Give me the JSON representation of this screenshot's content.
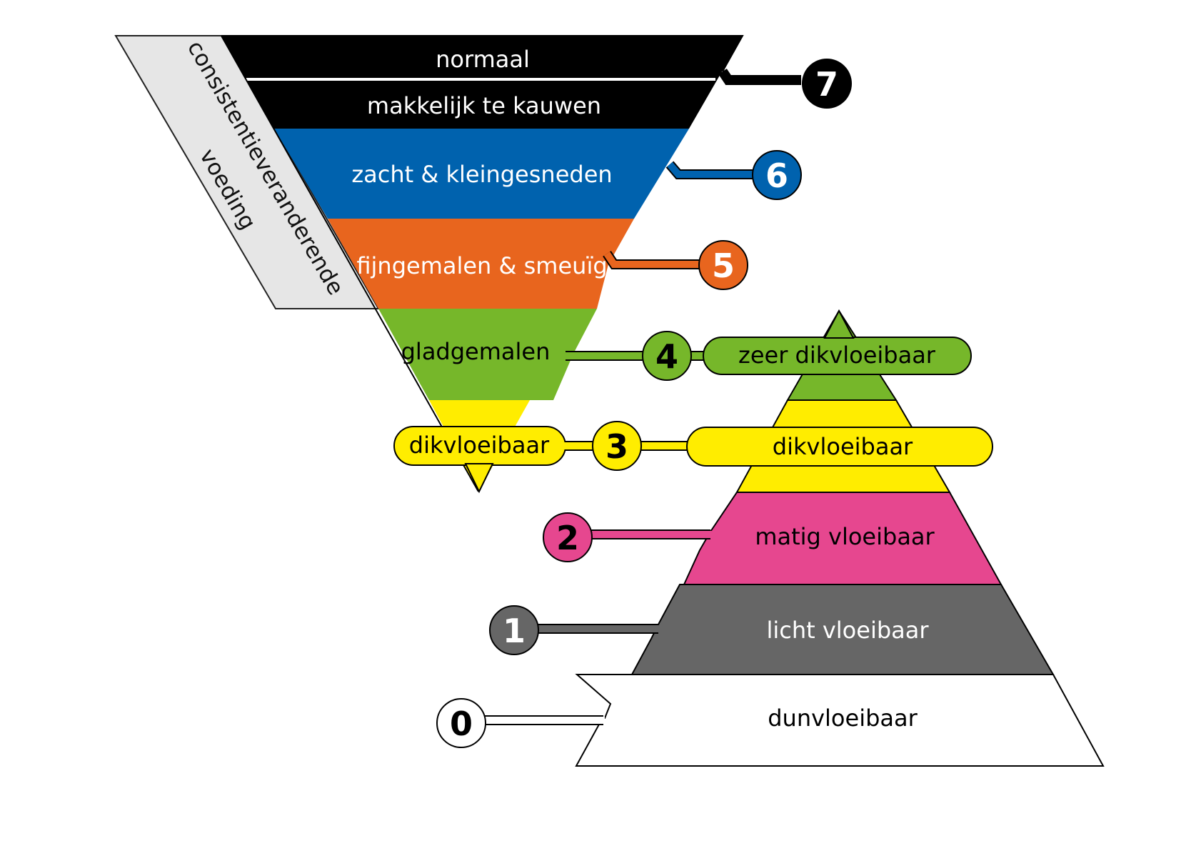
{
  "side_label": {
    "line1": "consistentieveranderende",
    "line2": "voeding"
  },
  "food": {
    "normaal": "normaal",
    "makkelijk": "makkelijk te kauwen",
    "zacht": "zacht & kleingesneden",
    "fijngemalen": "fijngemalen & smeuïg",
    "gladgemalen": "gladgemalen",
    "dikvloeibaar": "dikvloeibaar"
  },
  "drinks": {
    "zeer_dik": "zeer dikvloeibaar",
    "dikvloeibaar": "dikvloeibaar",
    "matig": "matig vloeibaar",
    "licht": "licht vloeibaar",
    "dun": "dunvloeibaar"
  },
  "levels": {
    "l7": "7",
    "l6": "6",
    "l5": "5",
    "l4": "4",
    "l3": "3",
    "l2": "2",
    "l1": "1",
    "l0": "0"
  },
  "colors": {
    "black": "#000000",
    "blue": "#0062AE",
    "orange": "#E8651E",
    "green": "#76B72A",
    "yellow": "#FFED00",
    "pink": "#E6478F",
    "gray": "#666666",
    "side_panel": "#E6E6E6"
  }
}
